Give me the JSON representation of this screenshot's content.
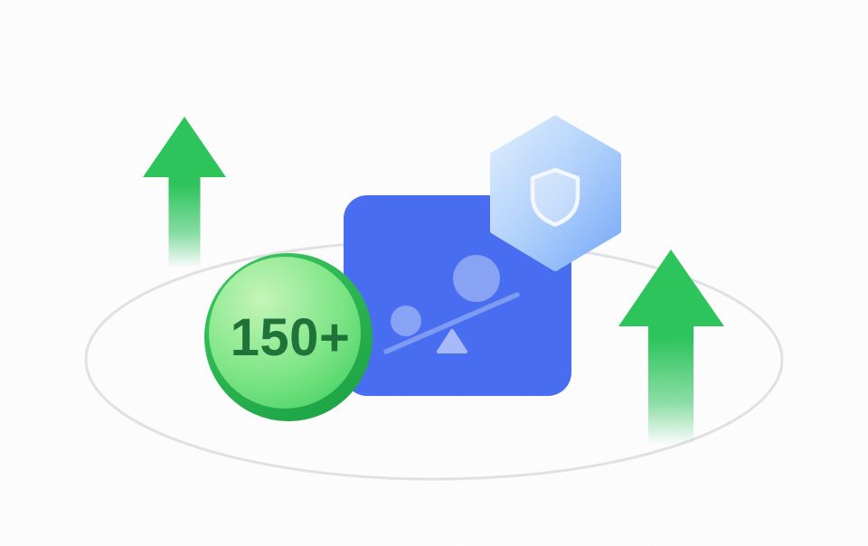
{
  "illustration": {
    "badge": {
      "count_label": "150+"
    },
    "icons": [
      "up-arrow-left-icon",
      "up-arrow-right-icon",
      "shield-icon",
      "balance-scale-shapes",
      "orbit-ellipse"
    ],
    "colors": {
      "arrow_green": "#2ec75e",
      "orbit_gray": "#e3e4e8",
      "card_blue": "#4a6ff3",
      "card_accent_blue": "#8aa4f7",
      "hexagon_blue": "#7fb1fc",
      "shield_white": "#f6faff",
      "badge_ring_green": "#2abc53",
      "badge_face_green": "#63dd74",
      "badge_text_green": "#20753a"
    }
  }
}
